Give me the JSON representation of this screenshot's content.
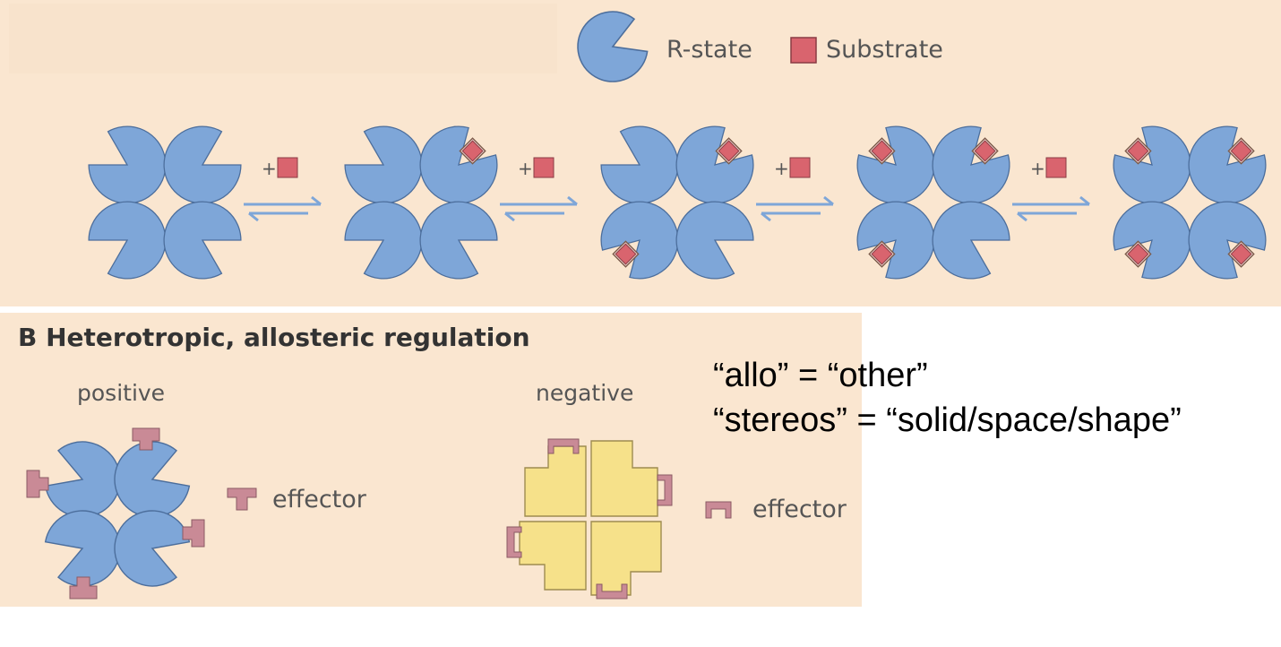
{
  "legend": {
    "r_state_label": "R-state",
    "substrate_label": "Substrate",
    "plus_sign": "+"
  },
  "panel_b": {
    "heading": "B Heterotropic, allosteric regulation",
    "positive_label": "positive",
    "negative_label": "negative",
    "positive_effector_label": "effector",
    "negative_effector_label": "effector"
  },
  "notes": {
    "line1": "“allo” = “other”",
    "line2": "“stereos” = “solid/space/shape”"
  },
  "colors": {
    "panel_bg": "#fae6d0",
    "r_state_blue": "#7ea6d8",
    "substrate_red": "#d9646e",
    "effector_mauve": "#c98a96",
    "t_state_yellow": "#f6e18a",
    "arrow_blue": "#7ea6d8"
  },
  "icons": {
    "r_state": "pacman-circle-icon",
    "substrate": "red-square-icon",
    "equilibrium": "equilibrium-arrows-icon",
    "positive_effector": "t-shape-effector-icon",
    "negative_effector": "bracket-effector-icon"
  }
}
